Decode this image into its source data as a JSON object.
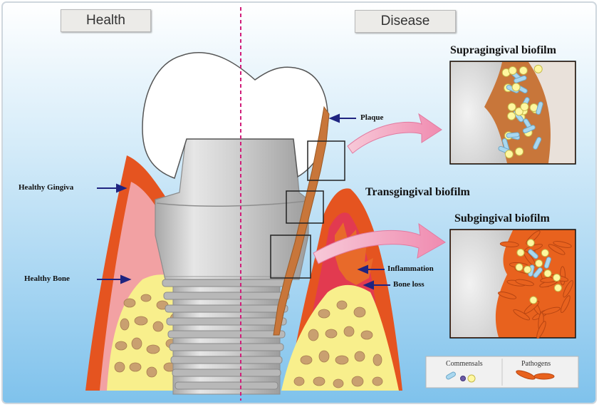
{
  "panels": {
    "health": "Health",
    "disease": "Disease"
  },
  "labels": {
    "healthy_gingiva": "Healthy Gingiva",
    "healthy_bone": "Healthy Bone",
    "plaque": "Plaque",
    "transgingival": "Transgingival biofilm",
    "inflammation": "Inflammation",
    "bone_loss": "Bone loss"
  },
  "insets": {
    "supragingival": "Supragingival biofilm",
    "subgingival": "Subgingival biofilm"
  },
  "legend": {
    "commensals": "Commensals",
    "pathogens": "Pathogens"
  },
  "colors": {
    "gingiva_outer": "#e55420",
    "gingiva_inner": "#f2a1a3",
    "bone": "#f8ef8c",
    "bone_pore": "#c9a070",
    "crown": "#ffffff",
    "abutment": "#c6c6c6",
    "plaque": "#c8763a",
    "pathogen": "#e8621e",
    "commensal_blue": "#a9d7ef",
    "commensal_yellow": "#fff7a0",
    "arrow_dark": "#1f2480",
    "divider": "#d11e7a"
  }
}
